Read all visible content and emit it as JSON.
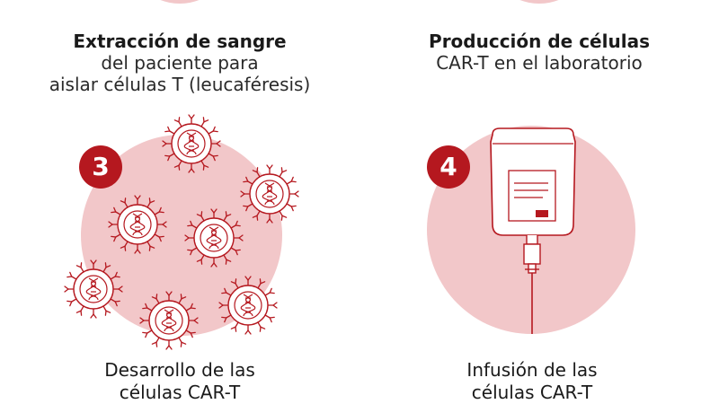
{
  "steps": [
    {
      "number": "",
      "title": "Extracción de sangre",
      "subtitle_line1": "del paciente para",
      "subtitle_line2": "aislar células T (leucaféresis)"
    },
    {
      "number": "",
      "title": "Producción de células",
      "subtitle_line1": "CAR-T en el laboratorio",
      "subtitle_line2": ""
    },
    {
      "number": "3",
      "title_line1": "Desarrollo de las",
      "title_line2": "células CAR-T"
    },
    {
      "number": "4",
      "title_line1": "Infusión de las",
      "title_line2": "células CAR-T"
    }
  ],
  "colors": {
    "accent": "#b5181f",
    "circle_fill": "#f2c7c9",
    "line": "#b5181f"
  },
  "icons": [
    "car-t-cell-icon",
    "iv-bag-icon"
  ]
}
